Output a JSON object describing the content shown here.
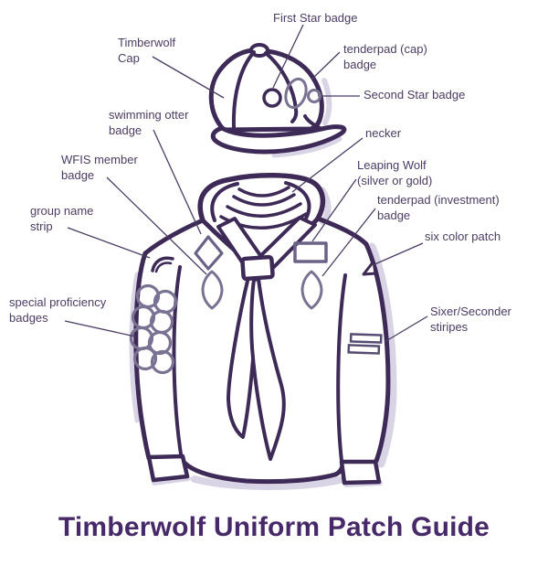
{
  "title": "Timberwolf Uniform Patch Guide",
  "colors": {
    "line_art": "#3d2a57",
    "label_text": "#4b3c63",
    "title_text": "#472969",
    "badge_outline_grey": "#7a7292",
    "badge_outline_dark": "#6b6387",
    "stripe_outline": "#564c72",
    "shadow": "#d9d4e5"
  },
  "annotations": {
    "first_star": {
      "lines": [
        "First Star badge"
      ]
    },
    "timberwolf_cap": {
      "lines": [
        "Timberwolf",
        "Cap"
      ]
    },
    "tenderpad_cap": {
      "lines": [
        "tenderpad (cap)",
        "badge"
      ]
    },
    "second_star": {
      "lines": [
        "Second Star badge"
      ]
    },
    "swimming_otter": {
      "lines": [
        "swimming otter",
        "badge"
      ]
    },
    "wfis_member": {
      "lines": [
        "WFIS member",
        "badge"
      ]
    },
    "necker": {
      "lines": [
        "necker"
      ]
    },
    "leaping_wolf": {
      "lines": [
        "Leaping Wolf",
        "(silver or gold)"
      ]
    },
    "group_name": {
      "lines": [
        "group name",
        "strip"
      ]
    },
    "tenderpad_investment": {
      "lines": [
        "tenderpad (investment)",
        "badge"
      ]
    },
    "six_color": {
      "lines": [
        "six color patch"
      ]
    },
    "special_proficiency": {
      "lines": [
        "special proficiency",
        "badges"
      ]
    },
    "sixer_seconder": {
      "lines": [
        "Sixer/Seconder",
        "stiripes"
      ]
    }
  }
}
